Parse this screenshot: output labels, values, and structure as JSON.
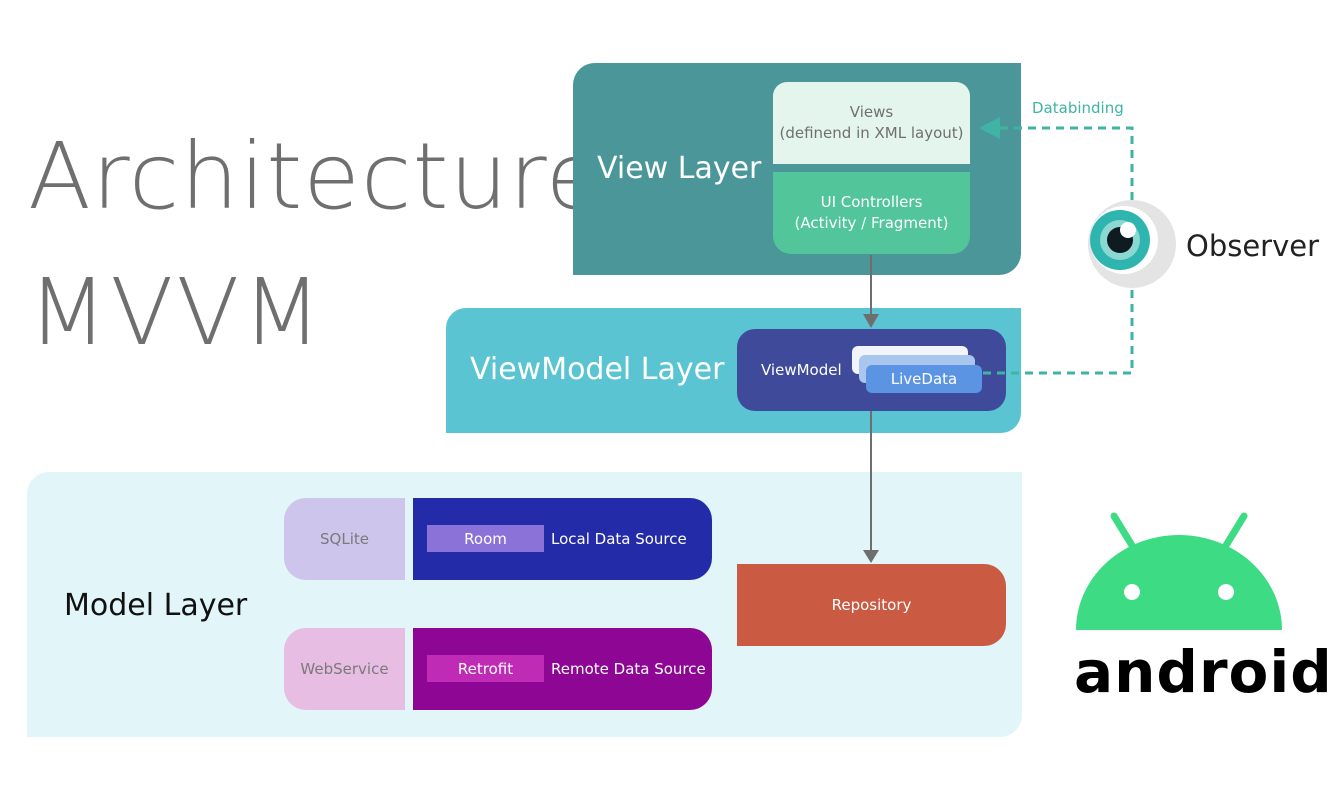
{
  "title": {
    "line1": "Architecture",
    "line2": "MVVM"
  },
  "view_layer": {
    "label": "View Layer",
    "views": {
      "line1": "Views",
      "line2": "(definend in XML layout)"
    },
    "ui_controllers": {
      "line1": "UI Controllers",
      "line2": "(Activity / Fragment)"
    }
  },
  "viewmodel_layer": {
    "label": "ViewModel Layer",
    "viewmodel": "ViewModel",
    "livedata": "LiveData"
  },
  "model_layer": {
    "label": "Model Layer",
    "local": {
      "store": "SQLite",
      "library": "Room",
      "source": "Local Data Source"
    },
    "remote": {
      "store": "WebService",
      "library": "Retrofit",
      "source": "Remote Data Source"
    },
    "repository": "Repository"
  },
  "observer": {
    "databinding_label": "Databinding",
    "label": "Observer"
  },
  "android": {
    "wordmark": "android"
  },
  "colors": {
    "view_layer": "#4a9699",
    "viewmodel_layer": "#5bc4d2",
    "model_layer": "#e2f5f8",
    "viewmodel_box": "#3f4b9a",
    "local_source": "#232ba8",
    "remote_source": "#8e0694",
    "repository": "#cb5a42",
    "android_green": "#3ddc84",
    "databinding": "#3fb4a4"
  }
}
